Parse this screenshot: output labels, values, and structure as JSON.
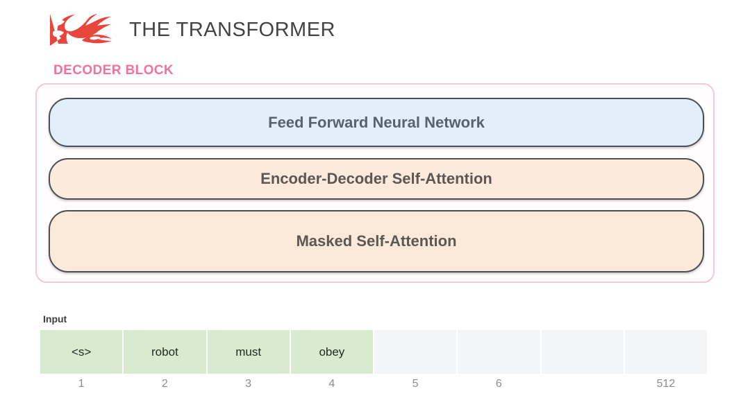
{
  "header": {
    "logo_icon": "flame-logo-icon",
    "title": "THE TRANSFORMER",
    "logo_color": "#e8453c"
  },
  "decoder": {
    "label": "DECODER BLOCK",
    "label_color": "#f2729b",
    "border_color": "#f9c6d6",
    "layers": [
      {
        "name": "feed-forward",
        "label": "Feed Forward Neural Network",
        "fill": "#e3eefb"
      },
      {
        "name": "encoder-decoder-attention",
        "label": "Encoder-Decoder Self-Attention",
        "fill": "#fcebdc"
      },
      {
        "name": "masked-self-attention",
        "label": "Masked Self-Attention",
        "fill": "#fbead9"
      }
    ]
  },
  "input": {
    "label": "Input",
    "filled_color": "#d8ead0",
    "empty_color": "#f4f5f6",
    "cells": [
      {
        "token": "<s>",
        "index": "1",
        "filled": true
      },
      {
        "token": "robot",
        "index": "2",
        "filled": true
      },
      {
        "token": "must",
        "index": "3",
        "filled": true
      },
      {
        "token": "obey",
        "index": "4",
        "filled": true
      },
      {
        "token": "",
        "index": "5",
        "filled": false
      },
      {
        "token": "",
        "index": "6",
        "filled": false
      },
      {
        "token": "",
        "index": "",
        "filled": false
      },
      {
        "token": "",
        "index": "512",
        "filled": false
      }
    ]
  }
}
